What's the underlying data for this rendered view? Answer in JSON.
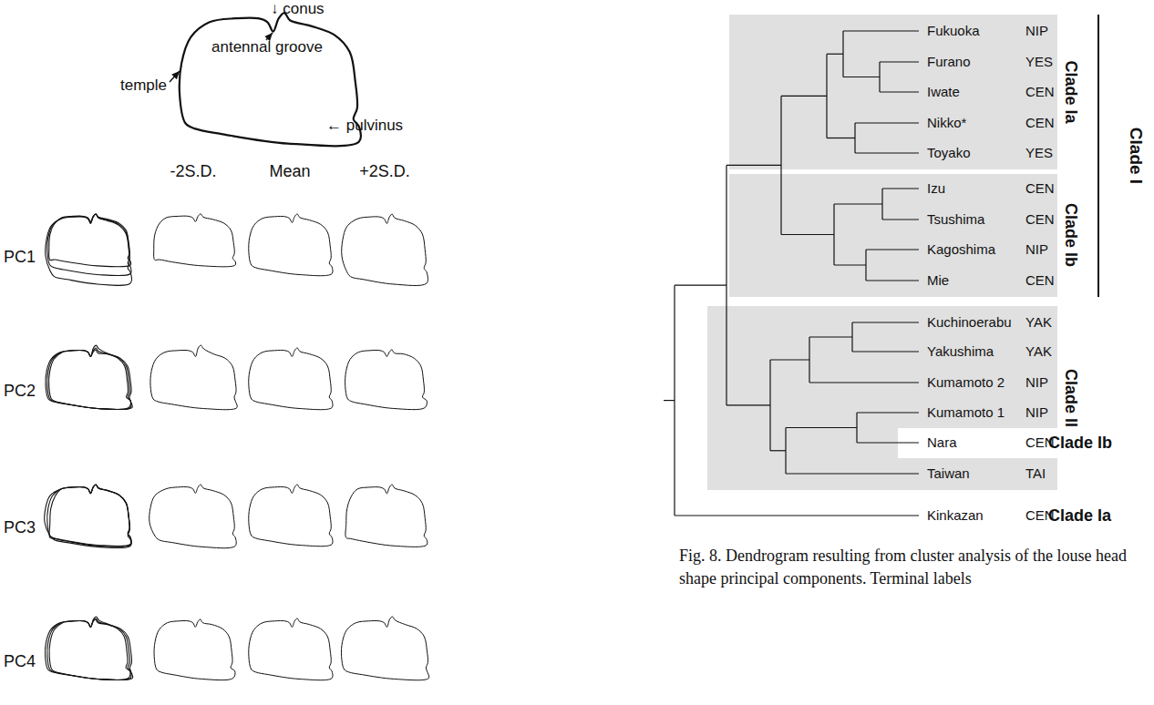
{
  "diagram": {
    "caption": "Fig. 8. Dendrogram resulting from cluster analysis of the louse head shape principal components. Terminal labels",
    "labels": [
      "↓ conus",
      "antennal groove",
      "temple",
      "← pulvinus",
      "-2S.D.",
      "Mean",
      "+2S.D.",
      "PC1",
      "PC2",
      "PC3",
      "PC4",
      "Fukuoka",
      "NIP",
      "Furano",
      "YES",
      "Iwate",
      "CEN",
      "Nikko*",
      "CEN",
      "Toyako",
      "YES",
      "Izu",
      "CEN",
      "Tsushima",
      "CEN",
      "Kagoshima",
      "NIP",
      "Mie",
      "CEN",
      "Kuchinoerabu",
      "YAK",
      "Yakushima",
      "YAK",
      "Kumamoto 2",
      "NIP",
      "Kumamoto 1",
      "NIP",
      "Nara",
      "CEN",
      "Taiwan",
      "TAI",
      "Kinkazan",
      "CEN",
      "Clade Ia",
      "Clade I",
      "Clade Ib",
      "Clade II",
      "Clade Ib",
      "Clade Ia"
    ]
  }
}
